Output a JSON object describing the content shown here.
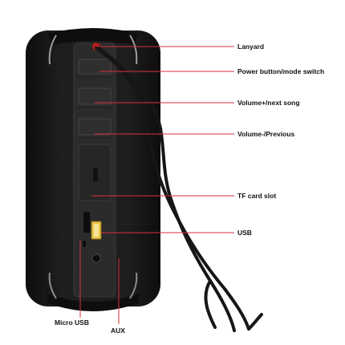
{
  "colors": {
    "leader_line": "#d9323a",
    "speaker_body": "#1b1b1b",
    "panel": "#2b2b2b",
    "cord": "#161616",
    "usb_port": "#e8c84a"
  },
  "labels": {
    "lanyard": "Lanyard",
    "power": "Power button/mode switch",
    "volume_up": "Volume+/next song",
    "volume_down": "Volume-/Previous",
    "tf_slot": "TF card slot",
    "usb": "USB",
    "micro_usb": "Micro USB",
    "aux": "AUX"
  }
}
